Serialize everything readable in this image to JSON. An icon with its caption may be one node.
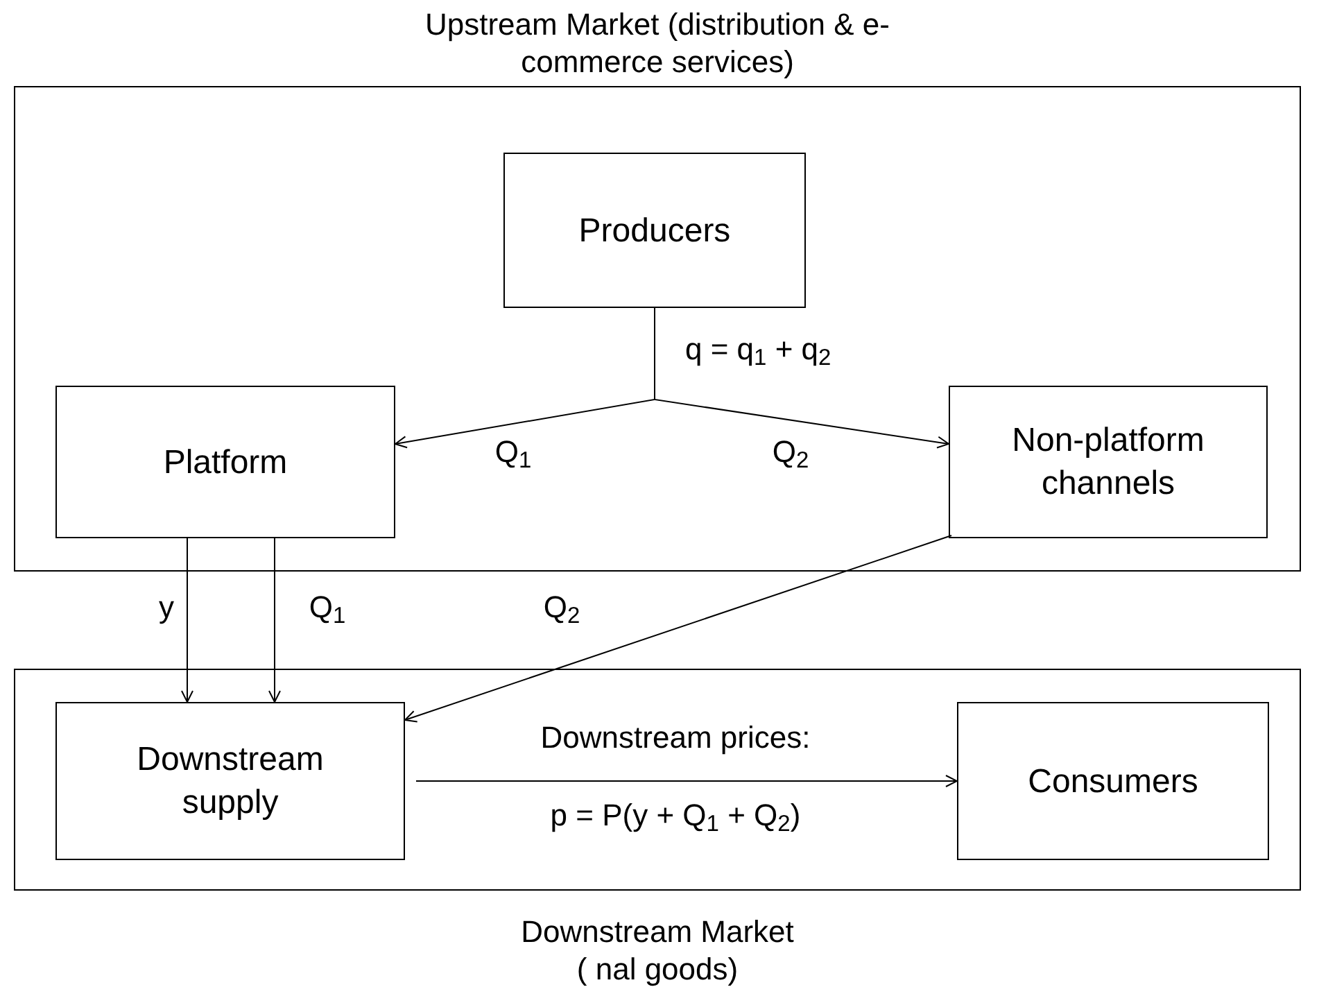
{
  "diagram": {
    "nodes": [
      {
        "text": [
          "Upstream Market (distribution & e-commerce services)"
        ]
      },
      {
        "text": [
          "Producers"
        ],
        "in": 0
      },
      {
        "text": [
          "Platform"
        ],
        "in": 0
      },
      {
        "text": [
          "Non-platform channels"
        ],
        "in": 0
      },
      {
        "text": [
          "Downstream Market ( nal goods)"
        ]
      },
      {
        "text": [
          "Downstream supply"
        ],
        "in": 4
      },
      {
        "text": [
          "Consumers"
        ],
        "in": 4
      }
    ],
    "edges": [
      {
        "from": 1,
        "to": 2,
        "arrow": "to",
        "label": "Q$_{1}$"
      },
      {
        "from": 1,
        "to": 3,
        "arrow": "to",
        "label": "Q$_{2}$"
      },
      {
        "from": 2,
        "to": 5,
        "arrow": "to",
        "label": "y"
      },
      {
        "from": 2,
        "to": 5,
        "arrow": "to",
        "label": "Q$_{1}$"
      },
      {
        "from": 3,
        "to": 5,
        "arrow": "to",
        "label": "Q$_{2}$"
      },
      {
        "from": 5,
        "to": 6,
        "arrow": "to",
        "label": "Downstream prices:"
      }
    ],
    "labels": [
      "q = q$_{1}$ + q$_{2}$",
      "p = P(y + Q$_{1}$ + Q$_{2}$)"
    ]
  }
}
